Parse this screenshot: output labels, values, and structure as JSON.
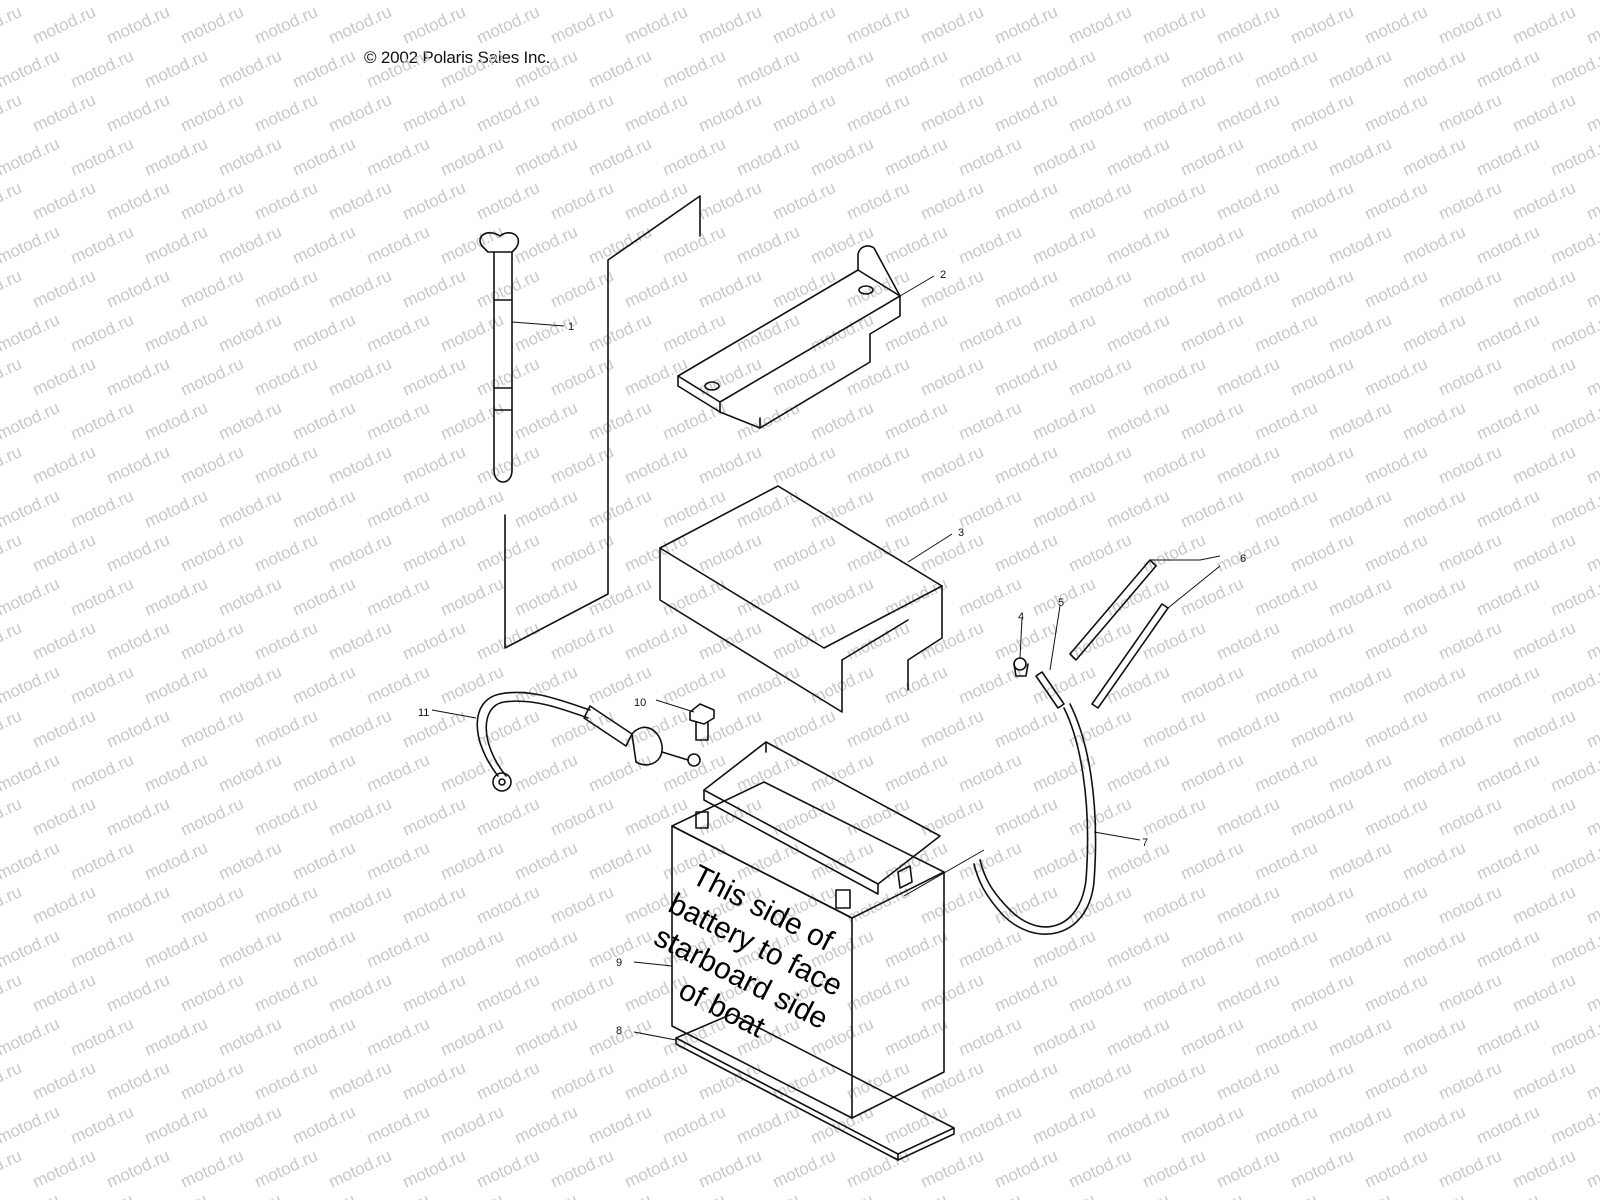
{
  "header": {
    "copyright": "© 2002 Polaris Sales Inc."
  },
  "watermark": {
    "text": "motod.ru"
  },
  "battery_label": [
    "This side of",
    "battery to face",
    "starboard side",
    "of boat"
  ],
  "callouts": {
    "c1": "1",
    "c2": "2",
    "c3": "3",
    "c4": "4",
    "c5": "5",
    "c6": "6",
    "c7": "7",
    "c8": "8",
    "c9": "9",
    "c10": "10",
    "c11": "11"
  },
  "colors": {
    "line": "#111111",
    "watermark": "#c8c8c8",
    "background": "#ffffff"
  }
}
